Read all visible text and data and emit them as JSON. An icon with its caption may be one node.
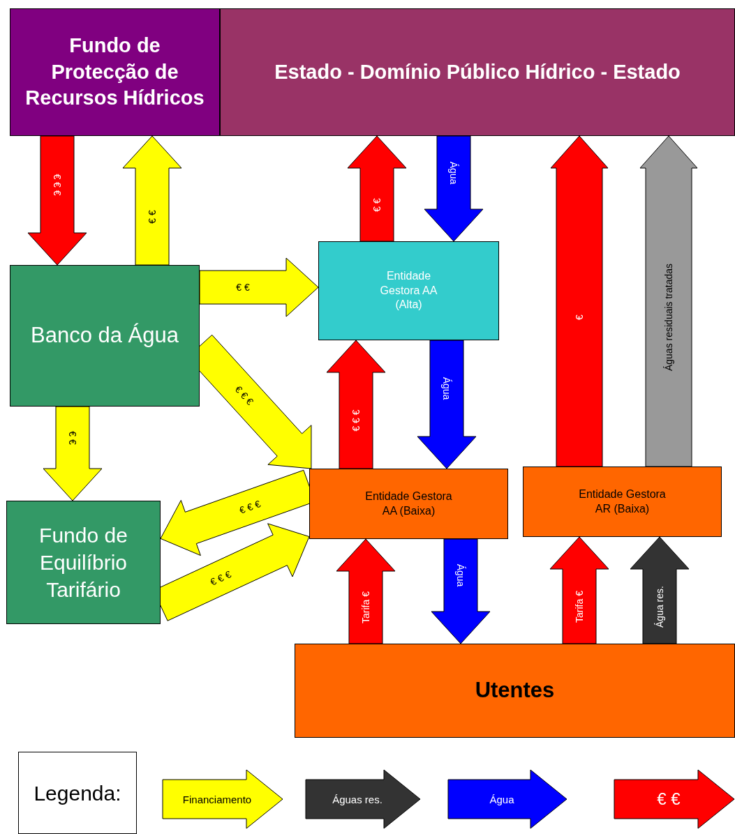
{
  "diagram": {
    "nodes": [
      {
        "text": [
          "Fundo de Protecção de Recursos Hídricos"
        ]
      },
      {
        "text": [
          "Estado - Domínio Público Hídrico - Estado"
        ]
      },
      {
        "text": [
          "Banco da Água"
        ]
      },
      {
        "text": [
          "Entidade Gestora AA (Alta)"
        ]
      },
      {
        "text": [
          "Fundo de Equilíbrio Tarifário"
        ]
      },
      {
        "text": [
          "Entidade Gestora AA (Baixa)"
        ]
      },
      {
        "text": [
          "Entidade Gestora AR (Baixa)"
        ]
      },
      {
        "text": [
          "Utentes"
        ]
      },
      {
        "text": [
          "Legenda:"
        ]
      }
    ],
    "edges": [
      {
        "from": 0,
        "to": 2,
        "arrow": "to",
        "label": "€ € €",
        "color": "#ff0000"
      },
      {
        "from": 2,
        "to": 0,
        "arrow": "to",
        "label": "€ €"
      },
      {
        "from": 2,
        "to": 3,
        "arrow": "to",
        "label": "€ €"
      },
      {
        "from": 3,
        "to": 1,
        "arrow": "to",
        "label": "€ €",
        "color": "#ff0000"
      },
      {
        "from": 1,
        "to": 3,
        "arrow": "to",
        "label": "Água",
        "color": "#0000ff"
      },
      {
        "from": 2,
        "to": 5,
        "arrow": "to",
        "label": "€ € €"
      },
      {
        "from": 2,
        "to": 4,
        "arrow": "to",
        "label": "€ €"
      },
      {
        "from": 5,
        "to": 3,
        "arrow": "to",
        "label": "€ € €",
        "color": "#ff0000"
      },
      {
        "from": 3,
        "to": 5,
        "arrow": "to",
        "label": "Água",
        "color": "#0000ff"
      },
      {
        "from": 5,
        "to": 4,
        "arrow": "to",
        "label": "€ € €"
      },
      {
        "from": 4,
        "to": 5,
        "arrow": "to",
        "label": "€ € €"
      },
      {
        "from": 6,
        "to": 1,
        "arrow": "to",
        "label": "€",
        "color": "#ff0000"
      },
      {
        "from": 6,
        "to": 1,
        "arrow": "to",
        "label": "Águas residuais tratadas",
        "color": "#999999"
      },
      {
        "from": 7,
        "to": 5,
        "arrow": "to",
        "label": "Tarifa €",
        "color": "#ff0000"
      },
      {
        "from": 5,
        "to": 7,
        "arrow": "to",
        "label": "Água",
        "color": "#0000ff"
      },
      {
        "from": 7,
        "to": 6,
        "arrow": "to",
        "label": "Tarifa €",
        "color": "#ff0000"
      },
      {
        "from": 7,
        "to": 6,
        "arrow": "to",
        "label": "Água res.",
        "color": "#333333"
      }
    ],
    "legend": [
      {
        "text": "Financiamento",
        "color": "#ffff00"
      },
      {
        "text": "Águas res.",
        "color": "#333333"
      },
      {
        "text": "Água",
        "color": "#0000ff"
      },
      {
        "text": "€ €",
        "color": "#ff0000"
      }
    ]
  }
}
